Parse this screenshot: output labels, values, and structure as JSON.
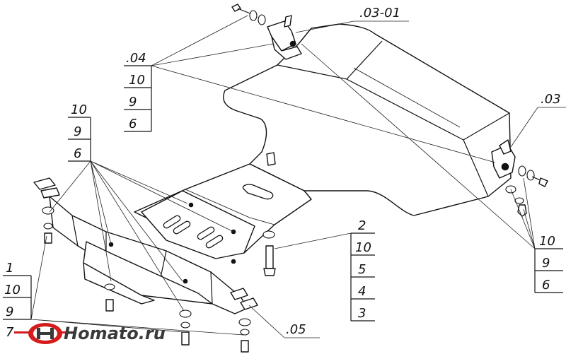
{
  "callouts": {
    "top_right": {
      "label": ".03-01"
    },
    "right": {
      "label": ".03"
    },
    "top_left_stack": {
      "items": [
        ".04",
        "10",
        "9",
        "6"
      ]
    },
    "left_stack": {
      "items": [
        "10",
        "9",
        "6"
      ]
    },
    "center_right_stack": {
      "items": [
        "2",
        "10",
        "5",
        "4",
        "3"
      ]
    },
    "right_bottom_stack": {
      "items": [
        "10",
        "9",
        "6"
      ]
    },
    "bottom_left_stack": {
      "items": [
        "1",
        "10",
        "9",
        "7"
      ]
    },
    "bottom": {
      "label": ".05"
    }
  },
  "watermark": {
    "text": "Homato.ru",
    "colors": {
      "red": "#d41c1c",
      "dark": "#3a3a3a"
    }
  }
}
